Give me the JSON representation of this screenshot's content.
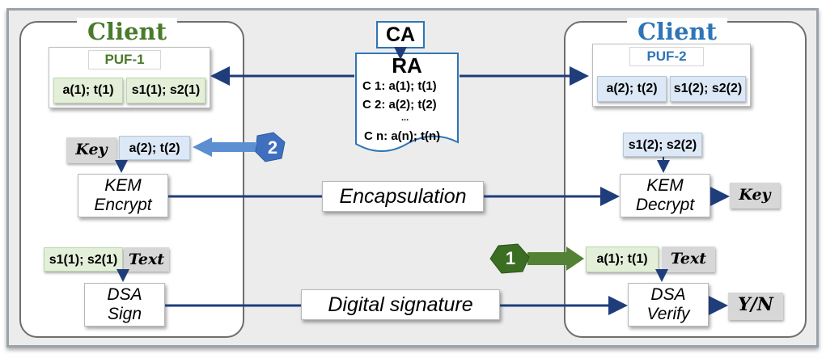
{
  "client1": {
    "title": "Client 1",
    "puf_label": "PUF-1",
    "cell_a": "a(1); t(1)",
    "cell_s": "s1(1); s2(1)",
    "key_label": "Key",
    "received_pk": "a(2); t(2)",
    "kem_line1": "KEM",
    "kem_line2": "Encrypt",
    "sign_secret": "s1(1); s2(1)",
    "text_label": "Text",
    "dsa_line1": "DSA",
    "dsa_line2": "Sign"
  },
  "client2": {
    "title": "Client 2",
    "puf_label": "PUF-2",
    "cell_a": "a(2); t(2)",
    "cell_s": "s1(2); s2(2)",
    "dec_secret": "s1(2); s2(2)",
    "kem_line1": "KEM",
    "kem_line2": "Decrypt",
    "key_label": "Key",
    "received_pk": "a(1); t(1)",
    "text_label": "Text",
    "dsa_line1": "DSA",
    "dsa_line2": "Verify",
    "result_label": "Y/N"
  },
  "center": {
    "ca": "CA",
    "ra": "RA",
    "registry": [
      "C 1: a(1); t(1)",
      "C 2: a(2); t(2)",
      "...",
      "C n: a(n); t(n)"
    ],
    "encapsulation": "Encapsulation",
    "digital_signature": "Digital signature"
  },
  "steps": {
    "step1": "1",
    "step2": "2"
  },
  "colors": {
    "client1_title": "#4a7a2c",
    "client2_title": "#2e75b6",
    "arrow": "#1f3d7a",
    "step1_fill": "#3b6e22",
    "step1_arrow": "#548235",
    "step2_fill": "#3f6fbf",
    "step2_arrow": "#5b8fd1"
  }
}
